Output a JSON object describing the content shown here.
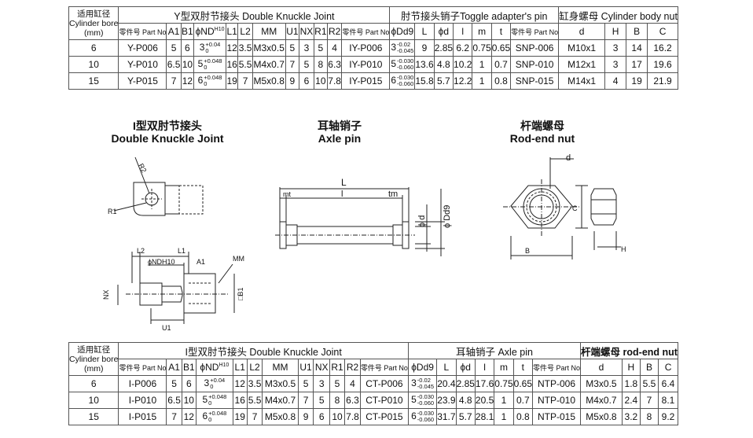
{
  "top_table": {
    "bore_header": [
      "适用缸径",
      "Cylinder bore",
      "(mm)"
    ],
    "groups": [
      "Y型双肘节接头  Double Knuckle Joint",
      "肘节接头销子Toggle adapter's pin",
      "缸身螺母 Cylinder body nut"
    ],
    "columns": [
      "零件号 Part No",
      "A1",
      "B1",
      "ϕND",
      "H10",
      "L1",
      "L2",
      "MM",
      "U1",
      "NX",
      "R1",
      "R2",
      "零件号 Part No",
      "ϕDd9",
      "L",
      "ϕd",
      "l",
      "m",
      "t",
      "零件号 Part No",
      "d",
      "H",
      "B",
      "C"
    ],
    "rows": [
      {
        "bore": "6",
        "part1": "Y-P006",
        "a1": "5",
        "b1": "6",
        "nd": "3",
        "nd_tol_up": "+0.04",
        "nd_tol_low": "0",
        "l1": "12",
        "l2": "3.5",
        "mm": "M3x0.5",
        "u1": "5",
        "nx": "3",
        "r1": "5",
        "r2": "4",
        "part2": "IY-P006",
        "dd9": "3",
        "dd9_tol_up": "-0.02",
        "dd9_tol_low": "-0.045",
        "L": "9",
        "d": "2.85",
        "l": "6.2",
        "m": "0.75",
        "t": "0.65",
        "part3": "SNP-006",
        "nut_d": "M10x1",
        "H": "3",
        "B": "14",
        "C": "16.2"
      },
      {
        "bore": "10",
        "part1": "Y-P010",
        "a1": "6.5",
        "b1": "10",
        "nd": "5",
        "nd_tol_up": "+0.048",
        "nd_tol_low": "0",
        "l1": "16",
        "l2": "5.5",
        "mm": "M4x0.7",
        "u1": "7",
        "nx": "5",
        "r1": "8",
        "r2": "6.3",
        "part2": "IY-P010",
        "dd9": "5",
        "dd9_tol_up": "-0.030",
        "dd9_tol_low": "-0.060",
        "L": "13.6",
        "d": "4.8",
        "l": "10.2",
        "m": "1",
        "t": "0.7",
        "part3": "SNP-010",
        "nut_d": "M12x1",
        "H": "3",
        "B": "17",
        "C": "19.6"
      },
      {
        "bore": "15",
        "part1": "Y-P015",
        "a1": "7",
        "b1": "12",
        "nd": "6",
        "nd_tol_up": "+0.048",
        "nd_tol_low": "0",
        "l1": "19",
        "l2": "7",
        "mm": "M5x0.8",
        "u1": "9",
        "nx": "6",
        "r1": "10",
        "r2": "7.8",
        "part2": "IY-P015",
        "dd9": "6",
        "dd9_tol_up": "-0.030",
        "dd9_tol_low": "-0.060",
        "L": "15.8",
        "d": "5.7",
        "l": "12.2",
        "m": "1",
        "t": "0.8",
        "part3": "SNP-015",
        "nut_d": "M14x1",
        "H": "4",
        "B": "19",
        "C": "21.9"
      }
    ]
  },
  "bottom_table": {
    "bore_header": [
      "适用缸径",
      "Cylinder bore",
      "(mm)"
    ],
    "groups": [
      "I型双肘节接头  Double Knuckle Joint",
      "耳轴销子  Axle pin",
      "杆端螺母 rod-end nut"
    ],
    "columns": [
      "零件号 Part No",
      "A1",
      "B1",
      "ϕND",
      "H10",
      "L1",
      "L2",
      "MM",
      "U1",
      "NX",
      "R1",
      "R2",
      "零件号 Part No",
      "ϕDd9",
      "L",
      "ϕd",
      "l",
      "m",
      "t",
      "零件号 Part No",
      "d",
      "H",
      "B",
      "C"
    ],
    "rows": [
      {
        "bore": "6",
        "part1": "I-P006",
        "a1": "5",
        "b1": "6",
        "nd": "3",
        "nd_tol_up": "+0.04",
        "nd_tol_low": "0",
        "l1": "12",
        "l2": "3.5",
        "mm": "M3x0.5",
        "u1": "5",
        "nx": "3",
        "r1": "5",
        "r2": "4",
        "part2": "CT-P006",
        "dd9": "3",
        "dd9_tol_up": "-0.02",
        "dd9_tol_low": "-0.045",
        "L": "20.4",
        "d": "2.85",
        "l": "17.6",
        "m": "0.75",
        "t": "0.65",
        "part3": "NTP-006",
        "nut_d": "M3x0.5",
        "H": "1.8",
        "B": "5.5",
        "C": "6.4"
      },
      {
        "bore": "10",
        "part1": "I-P010",
        "a1": "6.5",
        "b1": "10",
        "nd": "5",
        "nd_tol_up": "+0.048",
        "nd_tol_low": "0",
        "l1": "16",
        "l2": "5.5",
        "mm": "M4x0.7",
        "u1": "7",
        "nx": "5",
        "r1": "8",
        "r2": "6.3",
        "part2": "CT-P010",
        "dd9": "5",
        "dd9_tol_up": "-0.030",
        "dd9_tol_low": "-0.060",
        "L": "23.9",
        "d": "4.8",
        "l": "20.5",
        "m": "1",
        "t": "0.7",
        "part3": "NTP-010",
        "nut_d": "M4x0.7",
        "H": "2.4",
        "B": "7",
        "C": "8.1"
      },
      {
        "bore": "15",
        "part1": "I-P015",
        "a1": "7",
        "b1": "12",
        "nd": "6",
        "nd_tol_up": "+0.048",
        "nd_tol_low": "0",
        "l1": "19",
        "l2": "7",
        "mm": "M5x0.8",
        "u1": "9",
        "nx": "6",
        "r1": "10",
        "r2": "7.8",
        "part2": "CT-P015",
        "dd9": "6",
        "dd9_tol_up": "-0.030",
        "dd9_tol_low": "-0.060",
        "L": "31.7",
        "d": "5.7",
        "l": "28.1",
        "m": "1",
        "t": "0.8",
        "part3": "NTP-015",
        "nut_d": "M5x0.8",
        "H": "3.2",
        "B": "8",
        "C": "9.2"
      }
    ]
  },
  "sections": {
    "knuckle": {
      "cn": "I型双肘节接头",
      "en": "Double Knuckle Joint"
    },
    "axle": {
      "cn": "耳轴销子",
      "en": "Axle pin"
    },
    "nut": {
      "cn": "杆端螺母",
      "en": "Rod-end nut"
    }
  },
  "dim_labels": {
    "r2": "R2",
    "r1": "R1",
    "l2": "L2",
    "l1": "L1",
    "ndh10": "ϕNDH10",
    "a1": "A1",
    "mm": "MM",
    "nx": "NX",
    "b1": "□B1",
    "u1": "U1",
    "L": "L",
    "l": "l",
    "mt": "mt",
    "tm": "tm",
    "phid": "ϕ d",
    "phidd9": "ϕ Dd9",
    "d": "d",
    "c": "C",
    "b": "B",
    "h": "H"
  }
}
